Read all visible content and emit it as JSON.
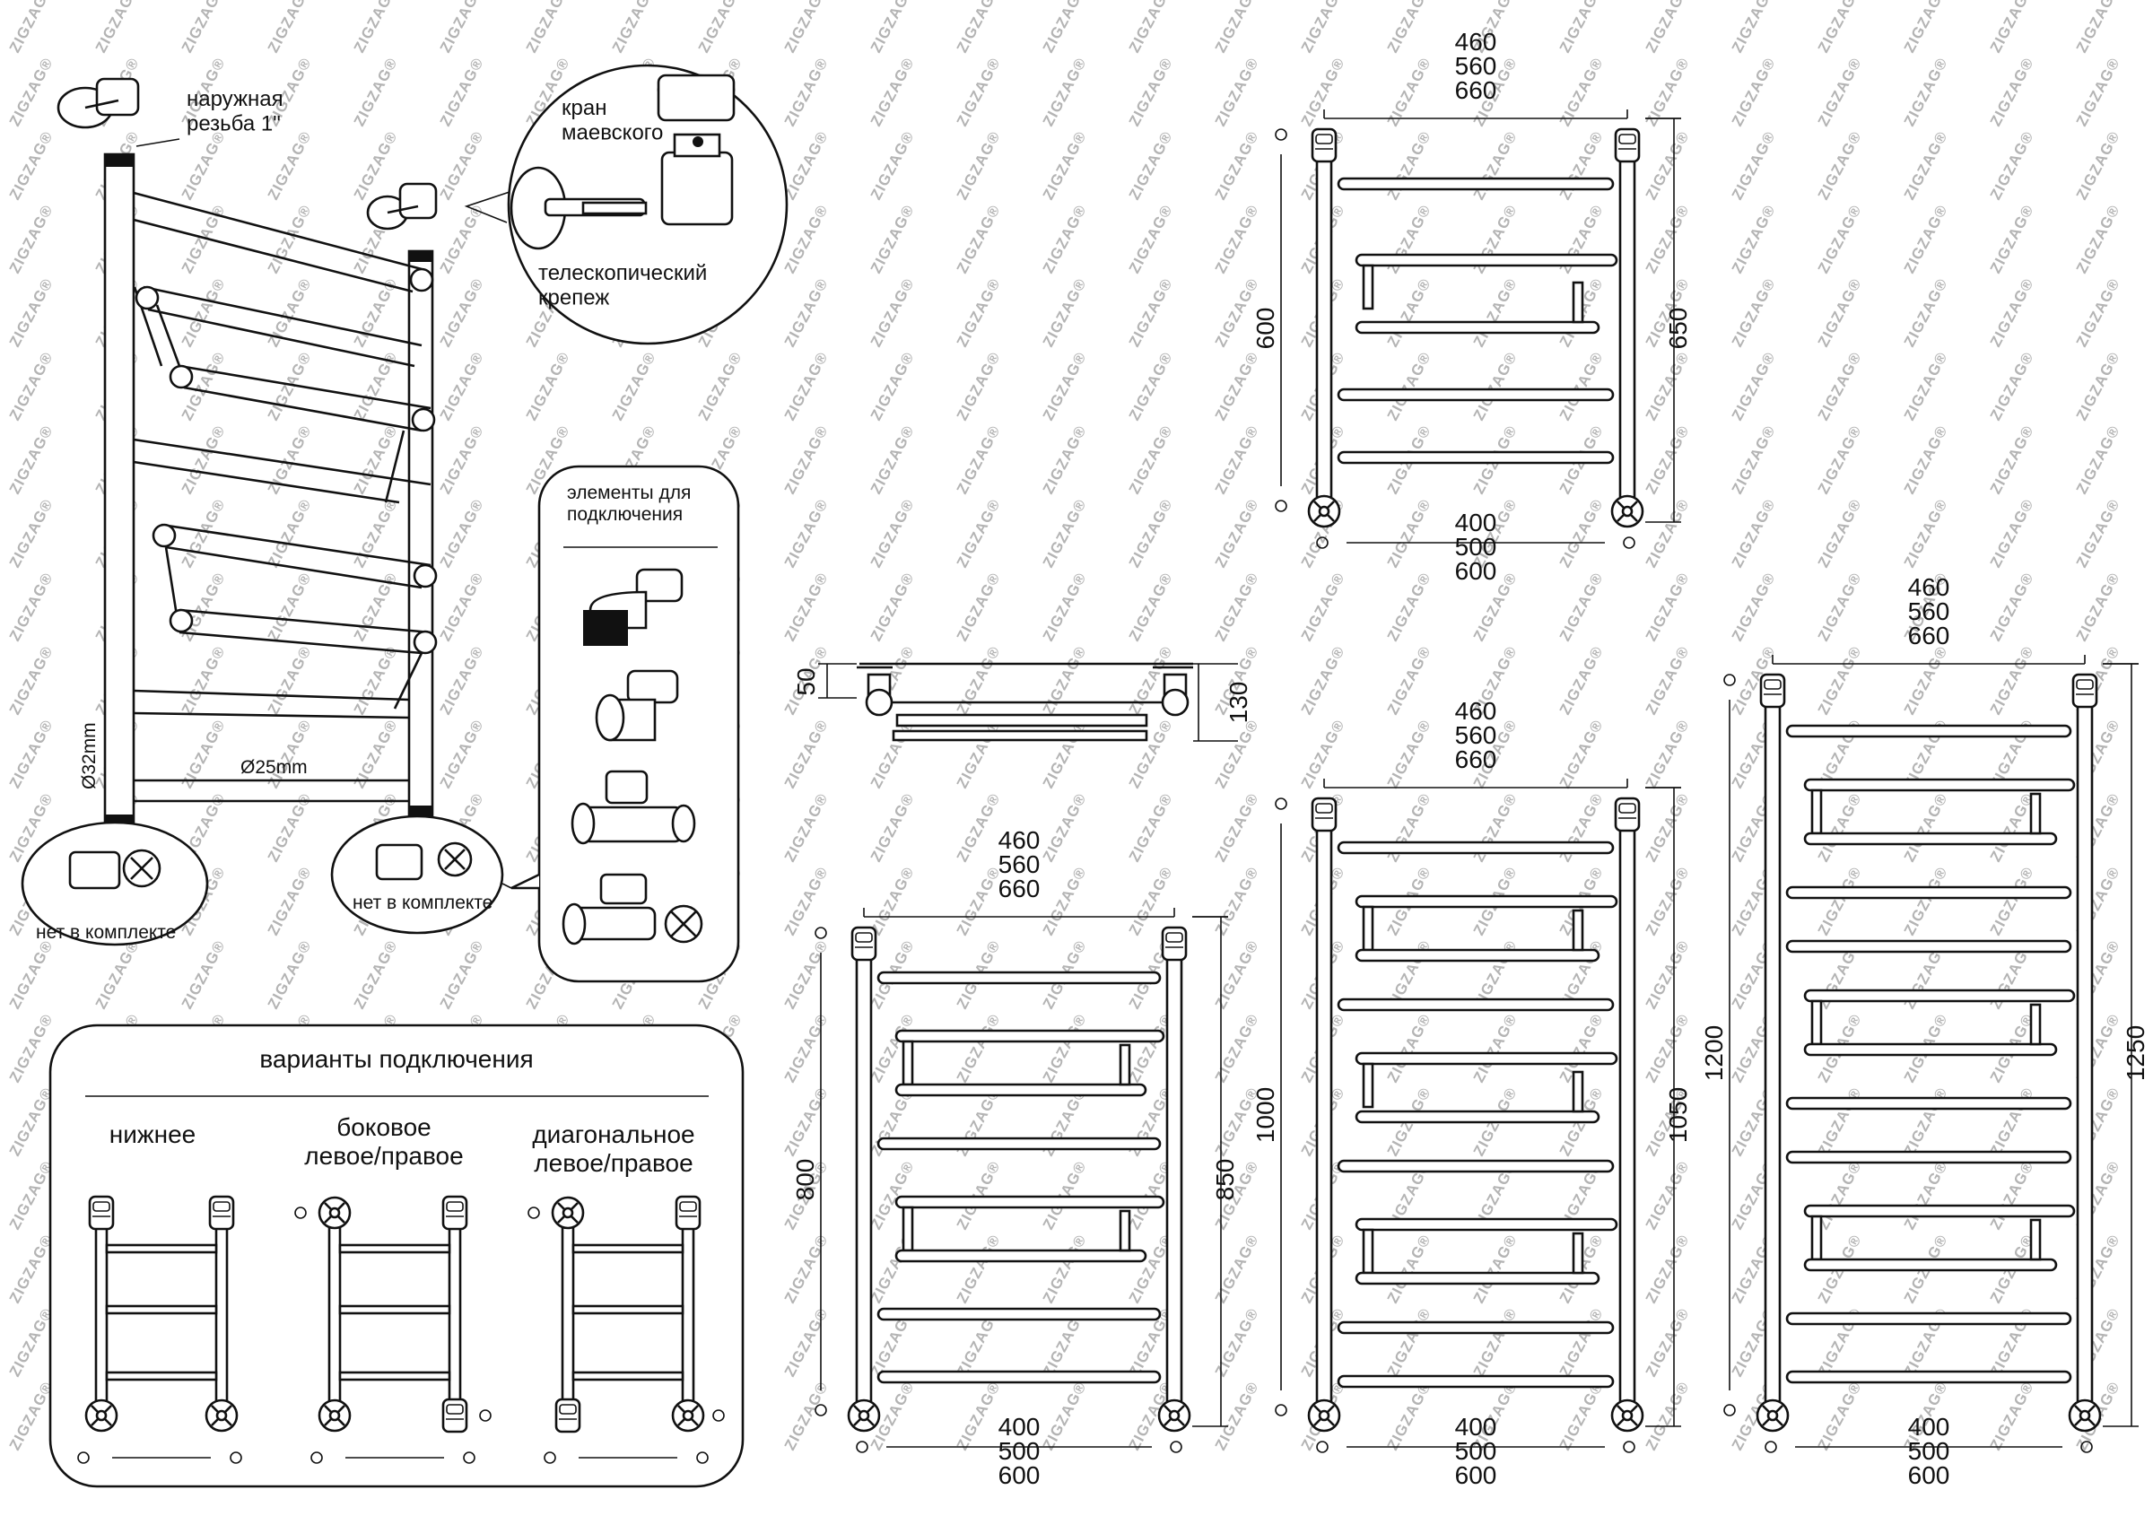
{
  "watermark": {
    "text": "ZIGZAG®"
  },
  "product_diagram": {
    "thread_label": "наружная\nрезьба 1\"",
    "tap_label": "кран\nмаевского",
    "mount_label": "телескопический\nкрепеж",
    "pipe_main": "Ø32mm",
    "pipe_bar": "Ø25mm",
    "not_included_left": "нет в комплекте",
    "not_included_right": "нет в комплекте"
  },
  "elements_box": {
    "title": "элементы для\nподключения"
  },
  "connection_box": {
    "title": "варианты подключения",
    "variants": [
      {
        "label": "нижнее"
      },
      {
        "label": "боковое\nлевое/правое"
      },
      {
        "label": "диагональное\nлевое/правое"
      }
    ]
  },
  "side_view": {
    "depth_small": "50",
    "depth_large": "130"
  },
  "drawings": [
    {
      "widths_top": [
        "460",
        "560",
        "660"
      ],
      "height_left": "600",
      "height_right": "650",
      "widths_bottom": [
        "400",
        "500",
        "600"
      ]
    },
    {
      "widths_top": [
        "460",
        "560",
        "660"
      ],
      "height_left": "800",
      "height_right": "850",
      "widths_bottom": [
        "400",
        "500",
        "600"
      ]
    },
    {
      "widths_top": [
        "460",
        "560",
        "660"
      ],
      "height_left": "1000",
      "height_right": "1050",
      "widths_bottom": [
        "400",
        "500",
        "600"
      ]
    },
    {
      "widths_top": [
        "460",
        "560",
        "660"
      ],
      "height_left": "1200",
      "height_right": "1250",
      "widths_bottom": [
        "400",
        "500",
        "600"
      ]
    }
  ]
}
